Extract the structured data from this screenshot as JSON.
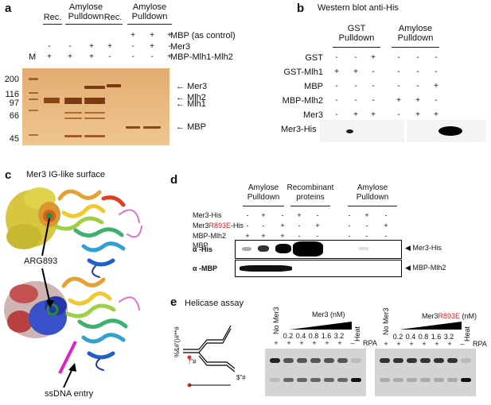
{
  "panels": {
    "a": {
      "label": "a",
      "groups": [
        "Rec.",
        "Amylose\nPulldown",
        "Rec.",
        "Amylose\nPulldown"
      ],
      "conditions": [
        {
          "name": "MBP (as control)",
          "signs": [
            "",
            "",
            "",
            "",
            "",
            "+",
            "+",
            "+"
          ]
        },
        {
          "name": "Mer3",
          "signs": [
            "-",
            "-",
            "+",
            "+",
            "",
            "-",
            "+",
            "-"
          ]
        },
        {
          "name": "MBP-Mlh1-Mlh2",
          "signs": [
            "+",
            "+",
            "+",
            "-",
            "",
            "-",
            "-",
            "+"
          ]
        }
      ],
      "lane_marker": "M",
      "mw_ticks": [
        "200",
        "116",
        "97",
        "66",
        "45"
      ],
      "band_labels": [
        "Mer3",
        "Mlh2",
        "Mlh1",
        "MBP"
      ]
    },
    "b": {
      "label": "b",
      "title": "Western blot anti-His",
      "groups": [
        "GST\nPulldown",
        "Amylose\nPulldown"
      ],
      "rows": [
        {
          "name": "GST",
          "signs": [
            "-",
            "-",
            "+",
            "-",
            "-",
            "-"
          ]
        },
        {
          "name": "GST-Mlh1",
          "signs": [
            "+",
            "+",
            "-",
            "-",
            "-",
            "-"
          ]
        },
        {
          "name": "MBP",
          "signs": [
            "-",
            "-",
            "-",
            "-",
            "-",
            "+"
          ]
        },
        {
          "name": "MBP-Mlh2",
          "signs": [
            "-",
            "-",
            "-",
            "+",
            "+",
            "-"
          ]
        },
        {
          "name": "Mer3",
          "signs": [
            "-",
            "+",
            "+",
            "-",
            "+",
            "+"
          ]
        }
      ],
      "blot_label": "Mer3-His"
    },
    "c": {
      "label": "c",
      "title": "Mer3 IG-like surface",
      "arg_label": "ARG893",
      "ssdna_label": "ssDNA entry"
    },
    "d": {
      "label": "d",
      "groups": [
        "Amylose\nPulldown",
        "Recombinant\nproteins",
        "Amylose\nPulldown"
      ],
      "rows": [
        {
          "name": "Mer3-His",
          "signs": [
            "-",
            "+",
            "-",
            "+",
            "-",
            "-",
            "+",
            "-"
          ]
        },
        {
          "name_prefix": "Mer3",
          "name_mut": "R893E",
          "name_suffix": "-His",
          "signs": [
            "-",
            "-",
            "+",
            "-",
            "+",
            "-",
            "-",
            "+"
          ]
        },
        {
          "name": "MBP-Mlh2",
          "signs": [
            "+",
            "+",
            "+",
            "-",
            "-",
            "-",
            "-",
            "-"
          ]
        },
        {
          "name": "MBP",
          "signs": [
            "-",
            "-",
            "-",
            "-",
            "-",
            "+",
            "+",
            "+"
          ]
        }
      ],
      "blot_rows": [
        {
          "antibody": "α -His",
          "result": "Mer3-His"
        },
        {
          "antibody": "α -MBP",
          "result": "MBP-Mlh2"
        }
      ]
    },
    "e": {
      "label": "e",
      "title": "Helicase assay",
      "substrate_label": "%&#'()#**#",
      "substrate_sub": "!\"#",
      "substrate_sub2": "$\"#",
      "gels": [
        {
          "enzyme_prefix": "Mer3",
          "enzyme_mut": "",
          "unit": " (nM)",
          "no_label": "No Mer3",
          "concentrations": [
            "0.2",
            "0.4",
            "0.8",
            "1.6",
            "3.2"
          ],
          "heat": "Heat",
          "rpa_signs": [
            "+",
            "+",
            "+",
            "+",
            "+",
            "+",
            "–"
          ],
          "rpa_label": "RPA"
        },
        {
          "enzyme_prefix": "Mer3",
          "enzyme_mut": "R893E",
          "unit": " (nM)",
          "no_label": "No Mer3",
          "concentrations": [
            "0.2",
            "0.4",
            "0.8",
            "1.6",
            "3.2"
          ],
          "heat": "Heat",
          "rpa_signs": [
            "+",
            "+",
            "+",
            "+",
            "+",
            "+",
            "–"
          ],
          "rpa_label": "RPA"
        }
      ]
    }
  }
}
